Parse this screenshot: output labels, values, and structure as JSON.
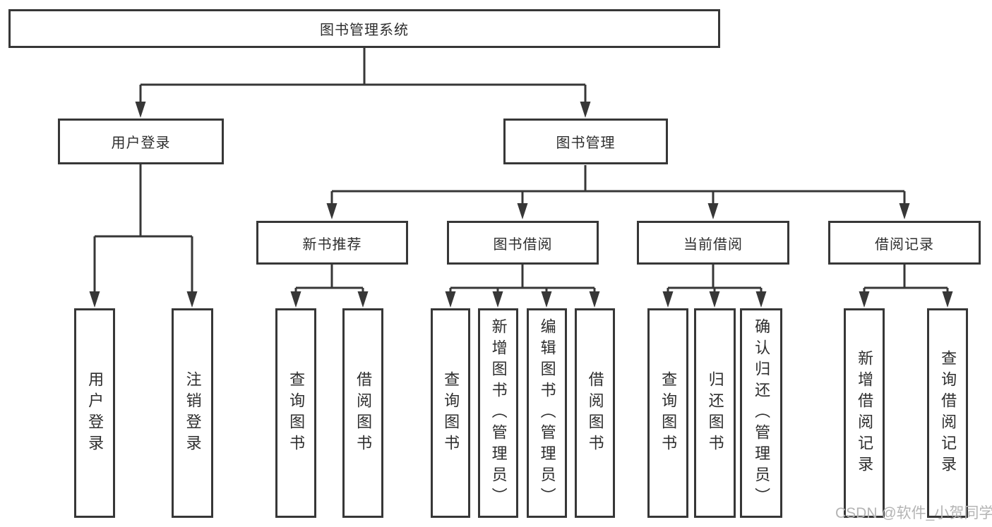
{
  "diagram": {
    "root": {
      "label": "图书管理系统"
    },
    "level2": [
      {
        "label": "用户登录"
      },
      {
        "label": "图书管理"
      }
    ],
    "level3": [
      {
        "label": "新书推荐"
      },
      {
        "label": "图书借阅"
      },
      {
        "label": "当前借阅"
      },
      {
        "label": "借阅记录"
      }
    ],
    "leaves": {
      "user_login": [
        "用户登录",
        "注销登录"
      ],
      "new_book": [
        "查询图书",
        "借阅图书"
      ],
      "book_borrow": [
        "查询图书",
        "新增图书（管理员）",
        "编辑图书（管理员）",
        "借阅图书"
      ],
      "current_borrow": [
        "查询图书",
        "归还图书",
        "确认归还（管理员）"
      ],
      "borrow_records": [
        "新增借阅记录",
        "查询借阅记录"
      ]
    },
    "watermark": "CSDN @软件_小贺同学",
    "colors": {
      "line": "#373737",
      "border": "#373737",
      "text": "#2e2e2e",
      "watermark": "#b4b4b4",
      "background": "#ffffff"
    }
  }
}
